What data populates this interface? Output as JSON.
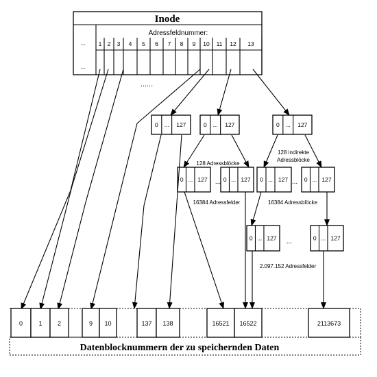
{
  "inode": {
    "title": "Inode",
    "field_header": "Adressfeldnummer:",
    "ellipsis": "...",
    "numbers": [
      "1",
      "2",
      "3",
      "4",
      "5",
      "6",
      "7",
      "8",
      "9",
      "10",
      "11",
      "12",
      "13"
    ],
    "between_dots": "......"
  },
  "block": {
    "first": "0",
    "mid": "...",
    "last": "127"
  },
  "labels": {
    "blocks128": "128 Adressblöcke",
    "indirect_line1": "128 indirekte",
    "indirect_line2": "Adressblöcke",
    "fields16384": "16384 Adressfelder",
    "blocks16384": "16384 Adressblöcke",
    "fields2097152": "2.097.152 Adressfelder"
  },
  "data_blocks": {
    "values": [
      "0",
      "1",
      "2",
      "9",
      "10",
      "137",
      "138",
      "16521",
      "16522",
      "2113673"
    ],
    "caption": "Datenblocknummern der zu speichernden Daten"
  }
}
